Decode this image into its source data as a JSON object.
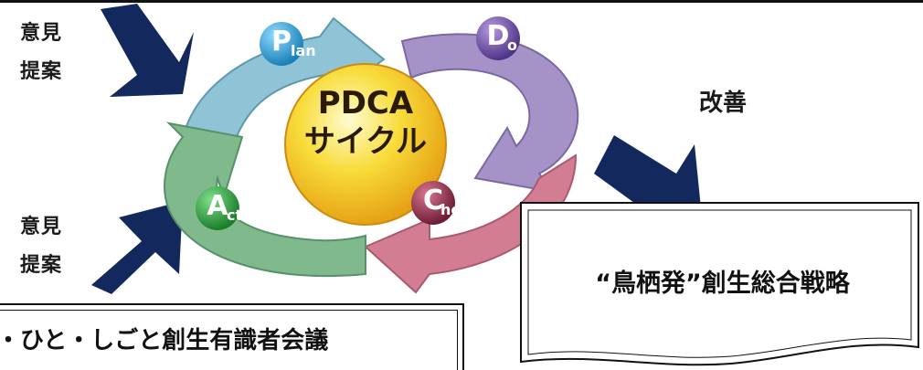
{
  "left_labels": {
    "top": [
      "意見",
      "提案"
    ],
    "bottom": [
      "意見",
      "提案"
    ]
  },
  "cycle": {
    "center_line1": "PDCA",
    "center_line2": "サイクル",
    "phases": [
      {
        "letter": "P",
        "rest": "lan",
        "color": "#2aa0d6"
      },
      {
        "letter": "D",
        "rest": "o",
        "color": "#6a4a9e"
      },
      {
        "letter": "C",
        "rest": "heck",
        "color": "#8a2a45"
      },
      {
        "letter": "A",
        "rest": "ct",
        "color": "#2a9a3a"
      }
    ]
  },
  "improvement_label": "改善",
  "document_title": "“鳥栖発”創生総合戦略",
  "council_name": "・ひと・しごと創生有識者会議",
  "colors": {
    "arrow_navy": "#13285c",
    "plan_arc": "#8fc3d6",
    "do_arc": "#a593c7",
    "check_arc": "#d37d93",
    "act_arc": "#7fb98c",
    "center_circle": "#f3c21a"
  }
}
